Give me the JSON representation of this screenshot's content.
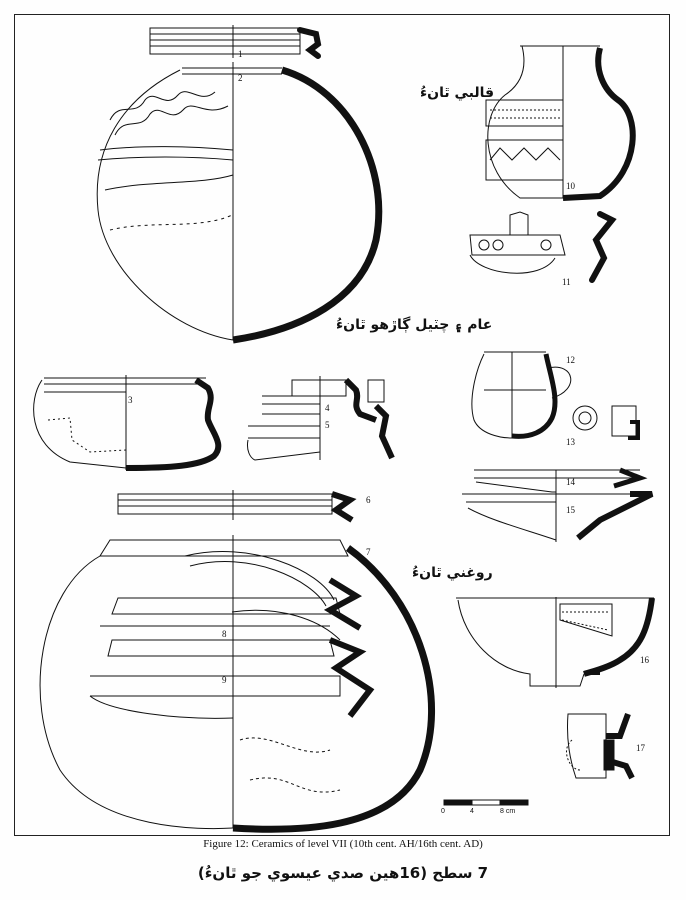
{
  "labels": {
    "moulded": "قالبي ٿانءُ",
    "common": "عام ۽ چٽيل ڳاڙهو ٿانءُ",
    "glazed": "روغني ٿانءُ"
  },
  "vessels": [
    {
      "no": "1"
    },
    {
      "no": "2"
    },
    {
      "no": "3"
    },
    {
      "no": "4"
    },
    {
      "no": "5"
    },
    {
      "no": "6"
    },
    {
      "no": "7"
    },
    {
      "no": "8"
    },
    {
      "no": "9"
    },
    {
      "no": "10"
    },
    {
      "no": "11"
    },
    {
      "no": "12"
    },
    {
      "no": "13"
    },
    {
      "no": "14"
    },
    {
      "no": "15"
    },
    {
      "no": "16"
    },
    {
      "no": "17"
    }
  ],
  "scale": {
    "ticks": [
      "0",
      "4",
      "8 cm"
    ]
  },
  "caption": "Figure 12: Ceramics of level VII (10th cent. AH/16th cent. AD)",
  "caption_sd": "7 سطح (16هين صدي عيسوي جو ٿانءُ)"
}
